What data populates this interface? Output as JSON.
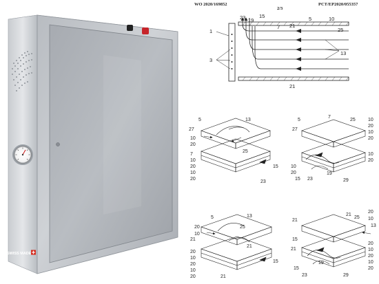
{
  "photo": {
    "brand_label": "SWISS MADE"
  },
  "patent": {
    "pub_number": "WO 2020/169852",
    "sheet": "2/3",
    "app_number": "PCT/EP2020/055357",
    "fig1_labels": [
      "1",
      "3",
      "5",
      "7",
      "10",
      "13",
      "15",
      "19",
      "21",
      "21",
      "23",
      "25"
    ],
    "fig2_labels": [
      "5",
      "27",
      "10",
      "20",
      "13",
      "25",
      "7",
      "10",
      "20",
      "10",
      "20",
      "15",
      "23"
    ],
    "fig3_labels": [
      "5",
      "27",
      "7",
      "25",
      "10",
      "20",
      "10",
      "20",
      "10",
      "20",
      "10",
      "20",
      "15",
      "19",
      "23",
      "29"
    ],
    "fig4_labels": [
      "5",
      "13",
      "20",
      "10",
      "25",
      "21",
      "21",
      "20",
      "10",
      "20",
      "10",
      "20",
      "21",
      "15"
    ],
    "fig5_labels": [
      "21",
      "21",
      "25",
      "20",
      "10",
      "13",
      "15",
      "20",
      "10",
      "20",
      "10",
      "20",
      "21",
      "19",
      "15",
      "23",
      "29"
    ]
  }
}
